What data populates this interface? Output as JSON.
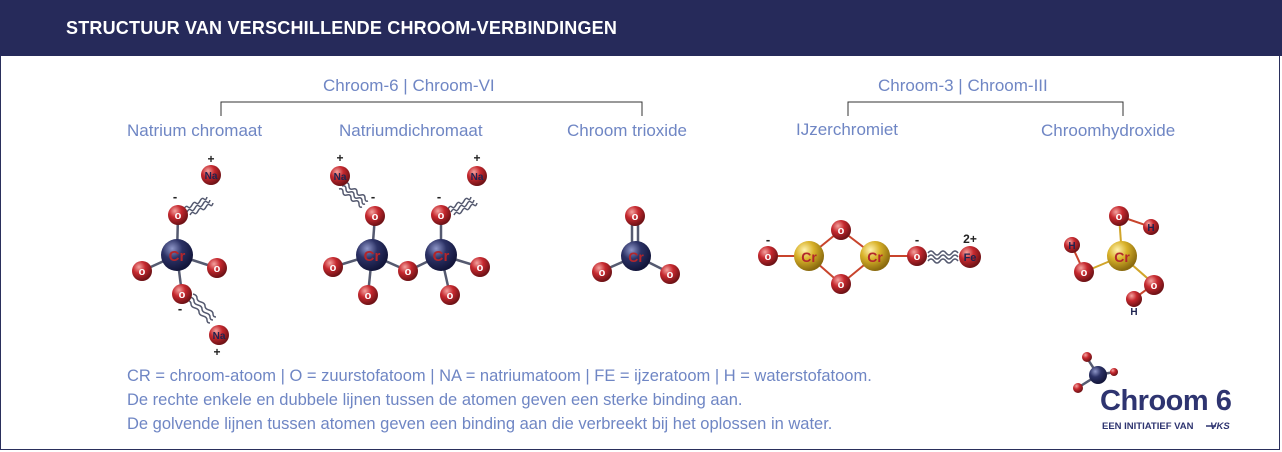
{
  "header": {
    "title": "STRUCTUUR VAN VERSCHILLENDE CHROOM-VERBINDINGEN"
  },
  "groups": {
    "chroom6": "Chroom-6 | Chroom-VI",
    "chroom3": "Chroom-3 | Chroom-III"
  },
  "compounds": {
    "natrium_chromaat": "Natrium chromaat",
    "natriumdichromaat": "Natriumdichromaat",
    "chroom_trioxide": "Chroom trioxide",
    "ijzerchromiet": "IJzerchromiet",
    "chroomhydroxide": "Chroomhydroxide"
  },
  "atoms": {
    "cr": "Cr",
    "o": "o",
    "na": "Na",
    "fe": "Fe",
    "h": "H",
    "plus": "+",
    "minus": "-",
    "two_plus": "2+"
  },
  "legend": {
    "line1": "CR = chroom-atoom | O = zuurstofatoom | NA = natriumatoom | FE = ijzeratoom | H = waterstofatoom.",
    "line2": "De rechte enkele en dubbele lijnen tussen de atomen geven een sterke binding aan.",
    "line3": "De golvende lijnen tussen atomen geven een binding aan die verbreekt bij het oplossen in water."
  },
  "logo": {
    "title": "Chroom 6",
    "subtitle": "EEN INITIATIEF VAN",
    "org": "VKS"
  },
  "colors": {
    "header_bg": "#262a5a",
    "label_blue": "#6f86c4",
    "oxygen_red": "#c0272d",
    "chromium_navy": "#2b3163",
    "chromium_gold": "#d9b22a",
    "bond_gray": "#555a70"
  }
}
